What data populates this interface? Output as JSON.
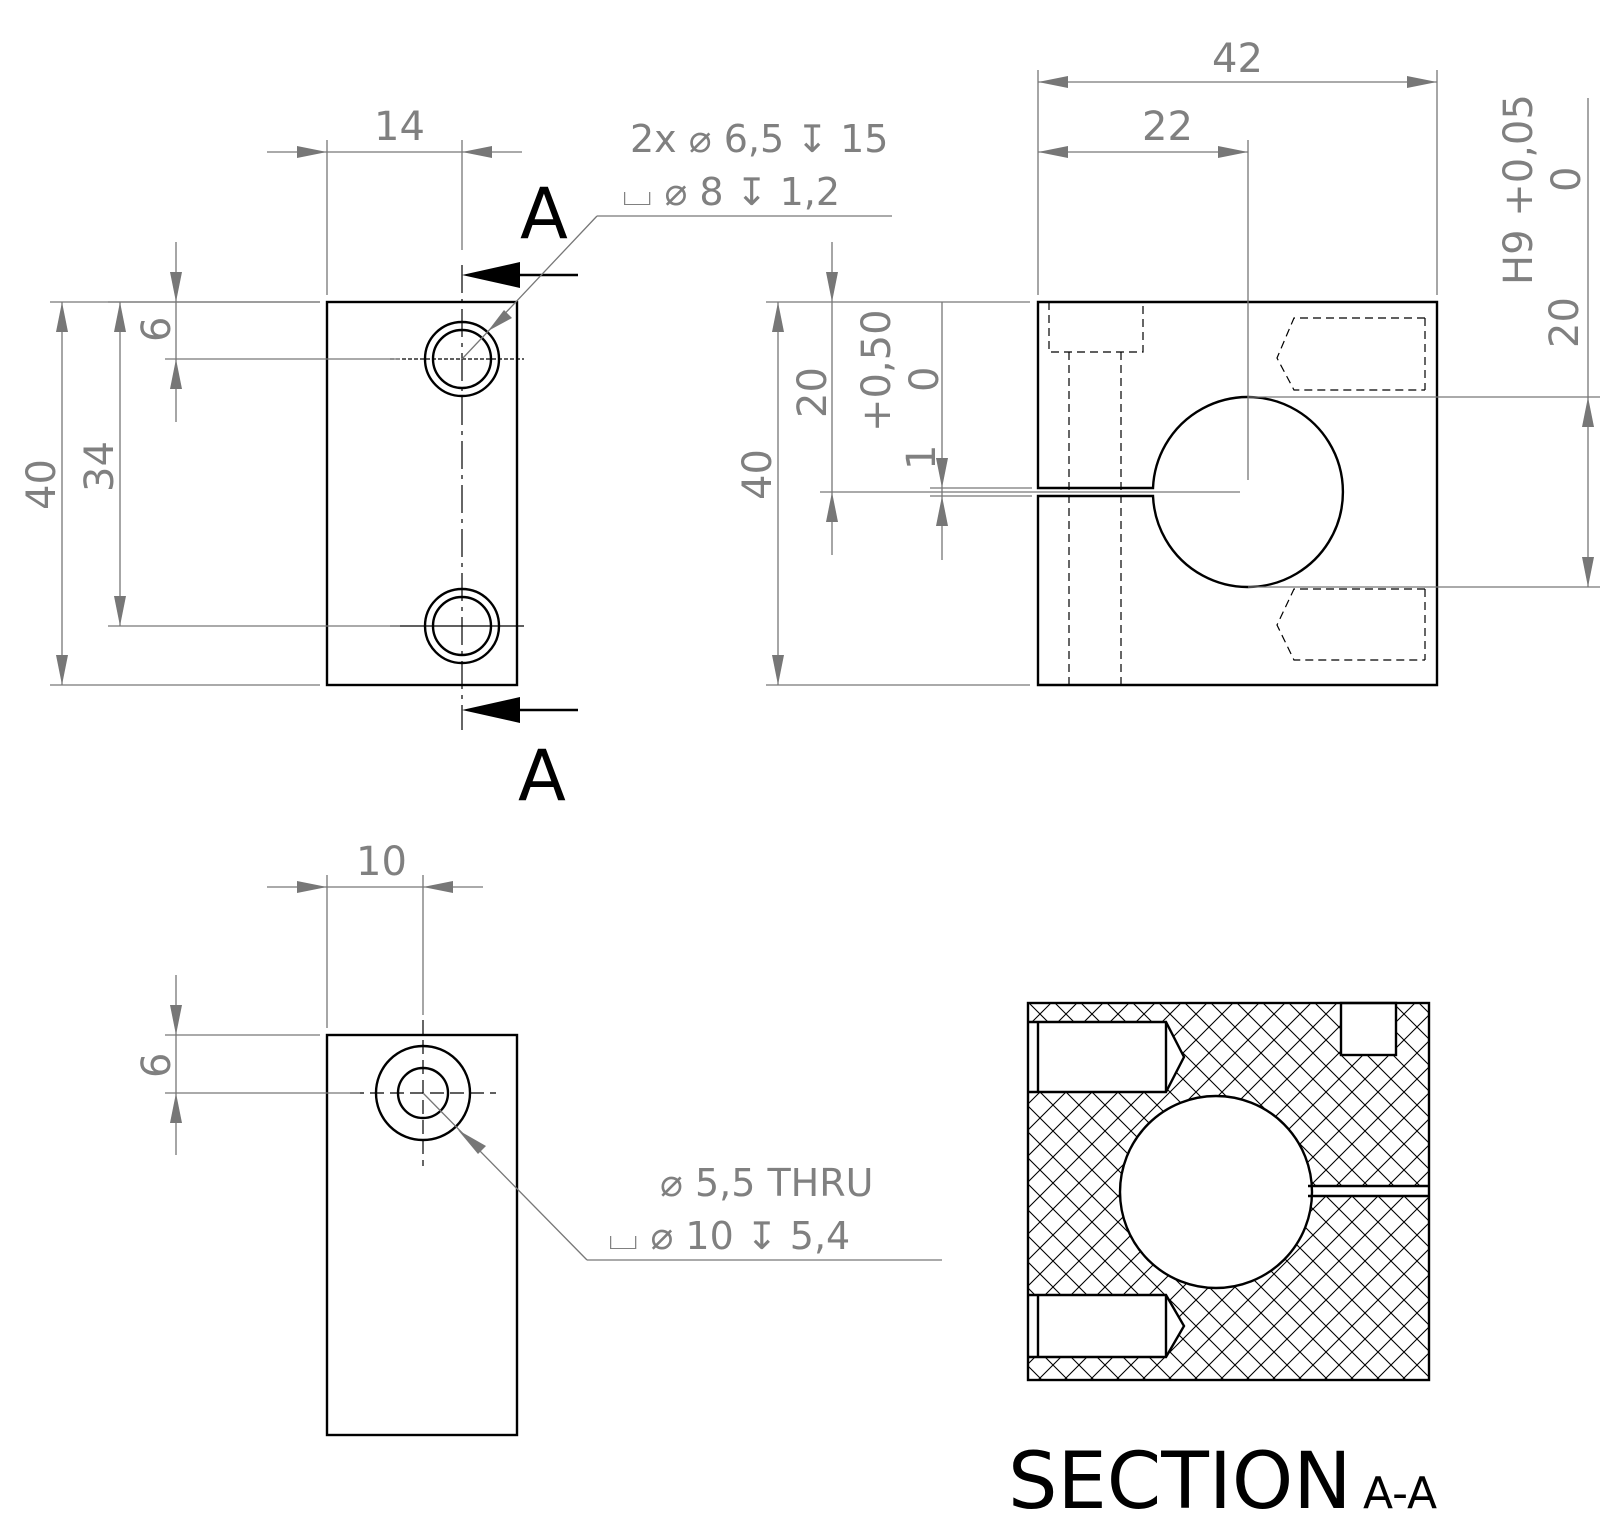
{
  "dimensions": {
    "front_width": "14",
    "front_height": "40",
    "hole_spacing": "34",
    "hole_offset_top": "6",
    "side_width": "42",
    "side_center": "22",
    "side_height": "40",
    "side_half": "20",
    "slot_width": "1",
    "slot_tol_upper": "+0,50",
    "slot_tol_lower": "0",
    "bore_tol": "H9 +0,05",
    "bore_tol_lower": "0",
    "bore_height": "20",
    "bottom_width": "10",
    "bottom_offset": "6"
  },
  "callouts": {
    "counterbore_line1": "2x ⌀ 6,5 ↧ 15",
    "counterbore_line2": "⌴  ⌀ 8 ↧ 1,2",
    "thru_line1": "⌀  5,5 THRU",
    "thru_line2": "⌴  ⌀ 10 ↧ 5,4"
  },
  "section": {
    "marker": "A",
    "title": "SECTION",
    "subtitle": "A-A"
  }
}
